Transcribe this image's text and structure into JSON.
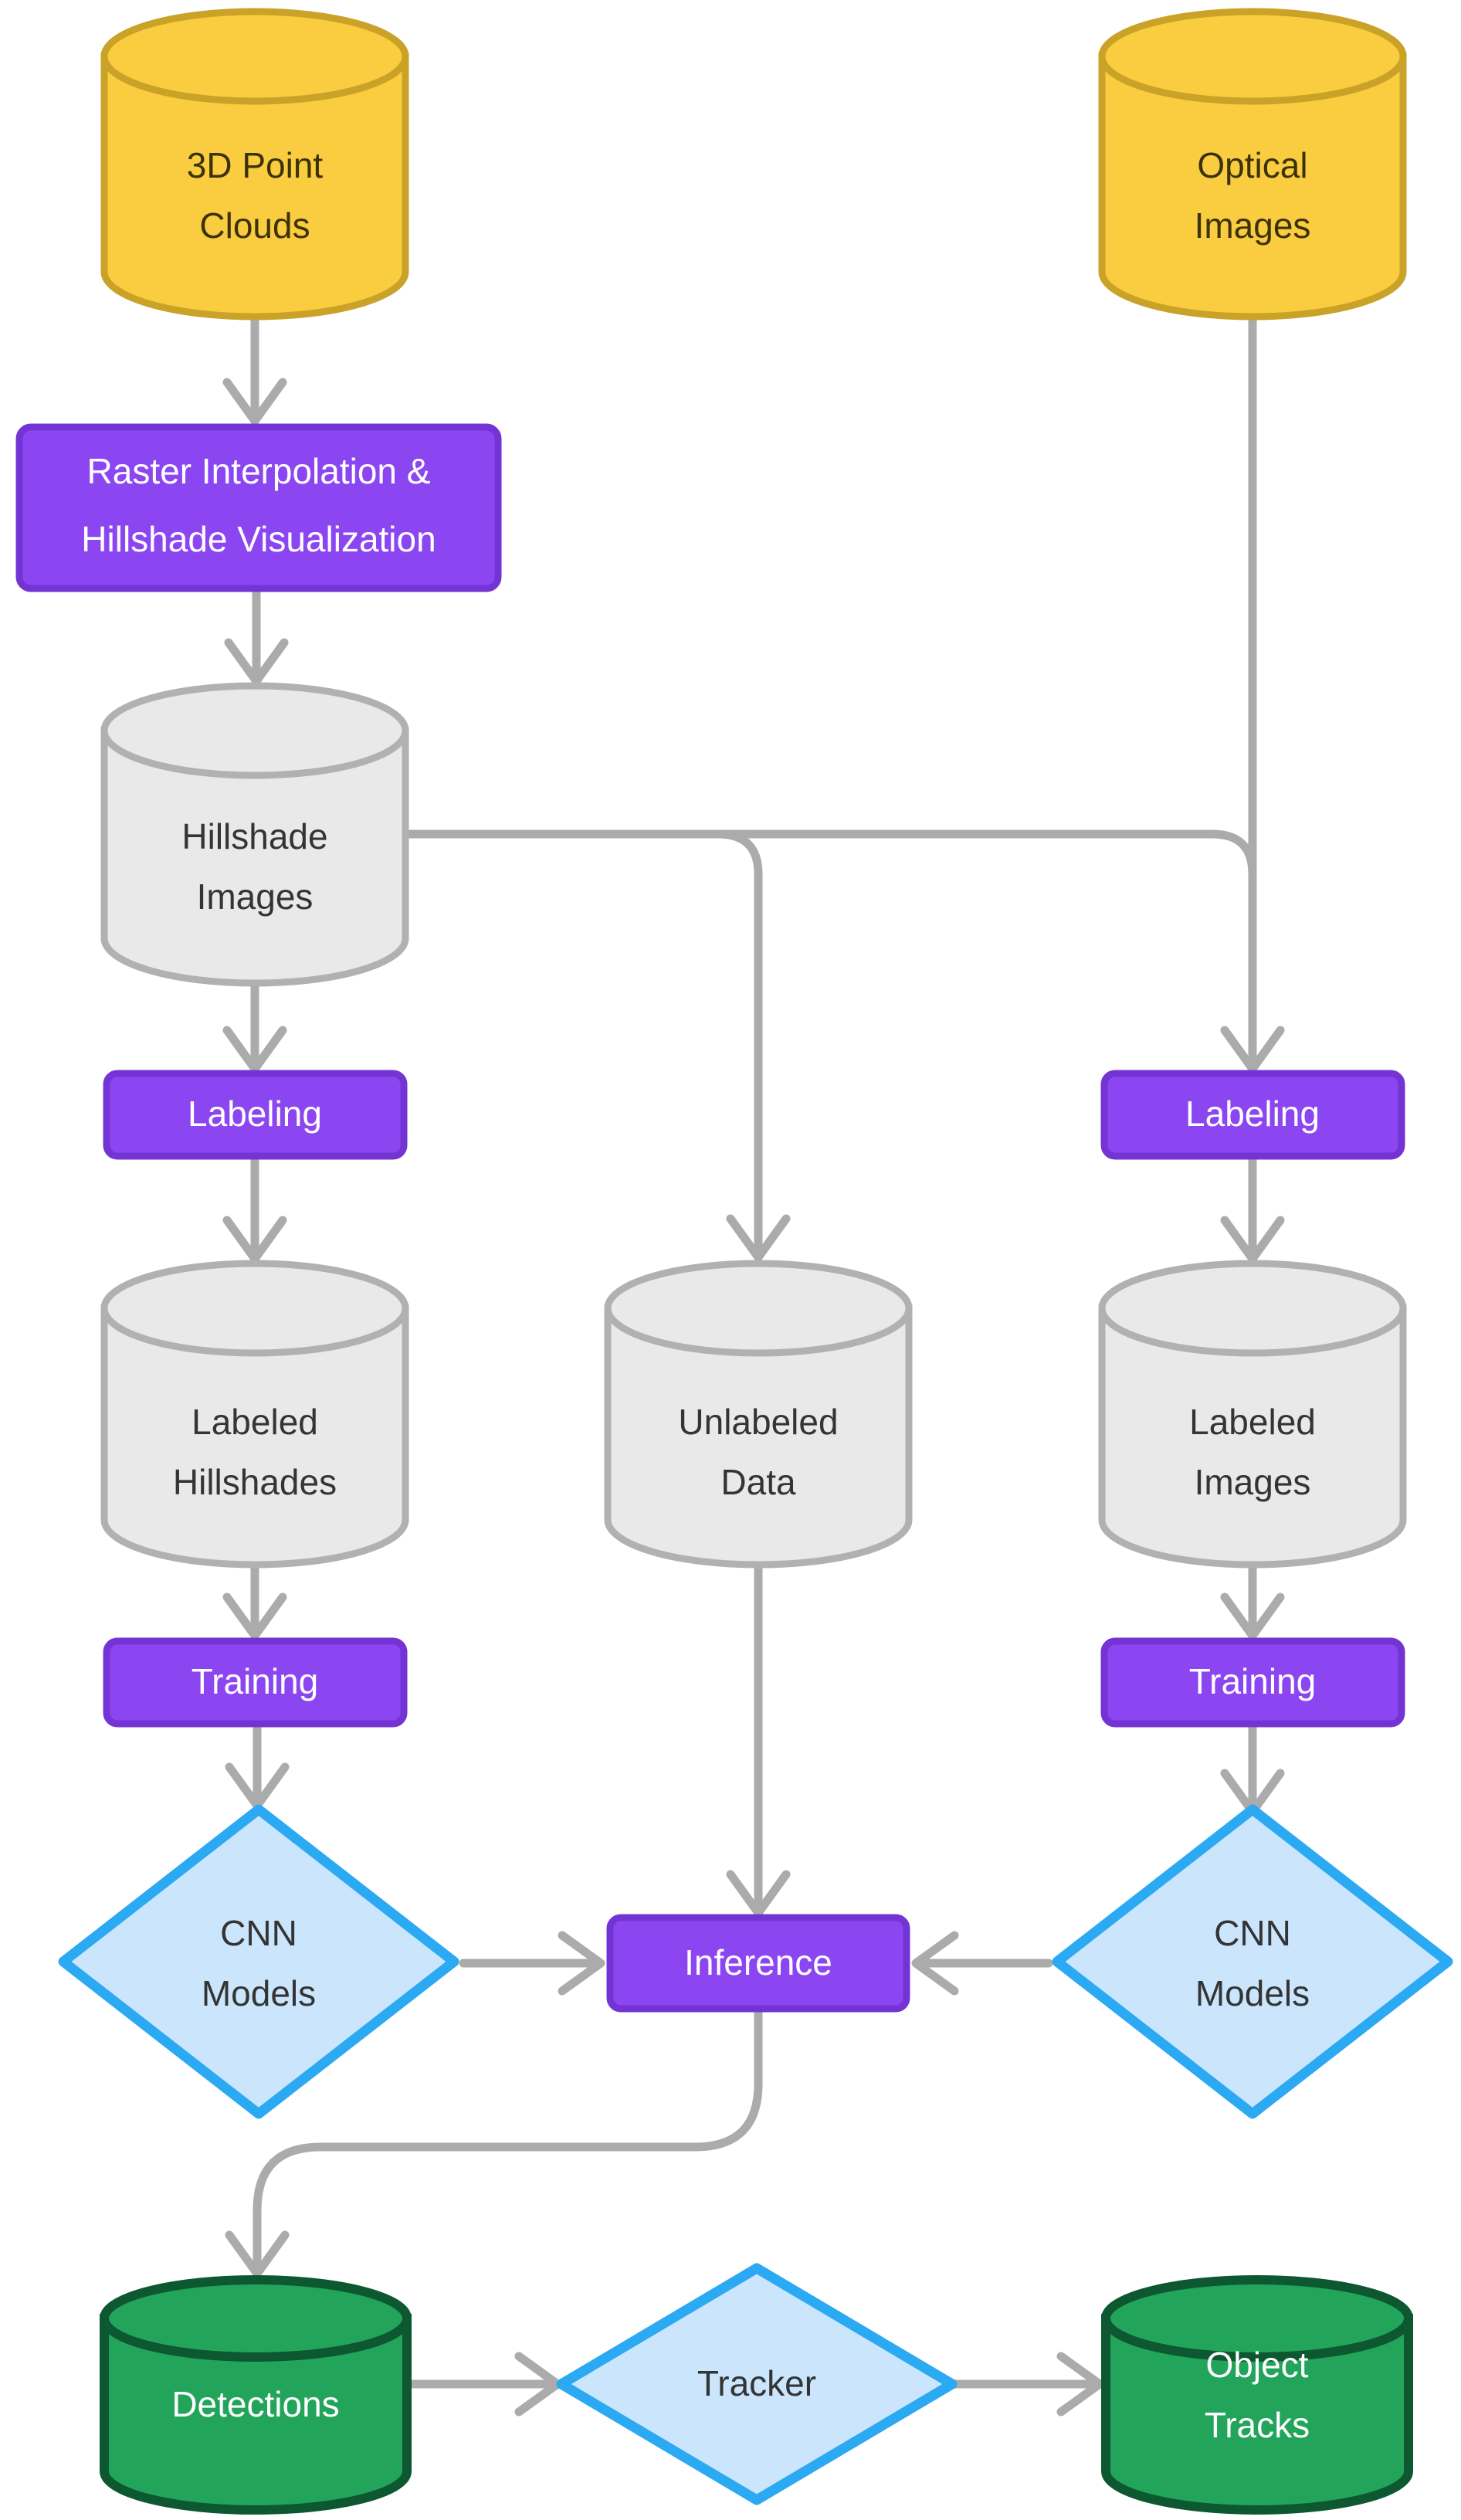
{
  "diagram_title": "Detection and tracking workflow flowchart",
  "colors": {
    "edge": "#ABABAB",
    "yellow-fill": "#F9CD3F",
    "yellow-stroke": "#C9A227",
    "gray-fill": "#E9E9E9",
    "gray-stroke": "#B1B1B1",
    "green-fill": "#22A55B",
    "green-stroke": "#0D5731",
    "purple-fill": "#8B46F2",
    "purple-stroke": "#7434D4",
    "blue-fill": "#CBE6FC",
    "blue-stroke": "#2BA9F2",
    "text-dark": "#343434",
    "text-on-yellow": "#3C3208",
    "text-light": "#FFFFFF"
  },
  "nodes": {
    "point_clouds": {
      "type": "database",
      "line1": "3D Point",
      "line2": "Clouds"
    },
    "optical_images": {
      "type": "database",
      "line1": "Optical",
      "line2": "Images"
    },
    "raster": {
      "type": "process",
      "line1": "Raster Interpolation &",
      "line2": "Hillshade Visualization"
    },
    "hillshade_images": {
      "type": "database",
      "line1": "Hillshade",
      "line2": "Images"
    },
    "labeling_left": {
      "type": "process",
      "label": "Labeling"
    },
    "labeling_right": {
      "type": "process",
      "label": "Labeling"
    },
    "labeled_hillshades": {
      "type": "database",
      "line1": "Labeled",
      "line2": "Hillshades"
    },
    "unlabeled_data": {
      "type": "database",
      "line1": "Unlabeled",
      "line2": "Data"
    },
    "labeled_images": {
      "type": "database",
      "line1": "Labeled",
      "line2": "Images"
    },
    "training_left": {
      "type": "process",
      "label": "Training"
    },
    "training_right": {
      "type": "process",
      "label": "Training"
    },
    "cnn_models_left": {
      "type": "decision",
      "line1": "CNN",
      "line2": "Models"
    },
    "cnn_models_right": {
      "type": "decision",
      "line1": "CNN",
      "line2": "Models"
    },
    "inference": {
      "type": "process",
      "label": "Inference"
    },
    "detections": {
      "type": "database",
      "label": "Detections"
    },
    "tracker": {
      "type": "decision",
      "label": "Tracker"
    },
    "object_tracks": {
      "type": "database",
      "line1": "Object",
      "line2": "Tracks"
    }
  },
  "edges": [
    "point_clouds -> raster",
    "raster -> hillshade_images",
    "hillshade_images -> labeling_left",
    "hillshade_images -> unlabeled_data",
    "hillshade_images -> labeling_right",
    "optical_images -> labeling_right",
    "labeling_left -> labeled_hillshades",
    "labeling_right -> labeled_images",
    "labeled_hillshades -> training_left",
    "labeled_images -> training_right",
    "training_left -> cnn_models_left",
    "training_right -> cnn_models_right",
    "cnn_models_left -> inference",
    "cnn_models_right -> inference",
    "unlabeled_data -> inference",
    "inference -> detections",
    "detections -> tracker",
    "tracker -> object_tracks"
  ]
}
